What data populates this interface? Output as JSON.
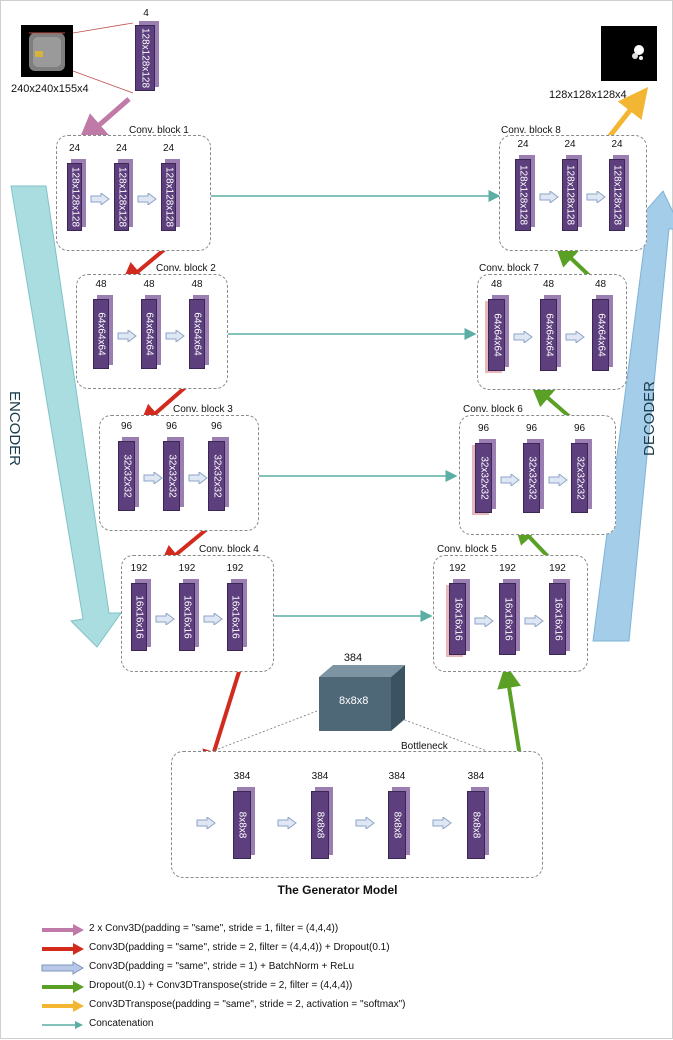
{
  "input": {
    "size_label": "240x240x155x4"
  },
  "stem": {
    "count": "4",
    "dims": "128x128x128"
  },
  "output": {
    "size_label": "128x128x128x4"
  },
  "encoder_label": "ENCODER",
  "decoder_label": "DECODER",
  "blocks": {
    "b1": {
      "title": "Conv. block 1",
      "count": "24",
      "dims": "128x128x128"
    },
    "b2": {
      "title": "Conv. block 2",
      "count": "48",
      "dims": "64x64x64"
    },
    "b3": {
      "title": "Conv. block 3",
      "count": "96",
      "dims": "32x32x32"
    },
    "b4": {
      "title": "Conv. block 4",
      "count": "192",
      "dims": "16x16x16"
    },
    "b5": {
      "title": "Conv. block 5",
      "count": "192",
      "dims": "16x16x16"
    },
    "b6": {
      "title": "Conv. block 6",
      "count": "96",
      "dims": "32x32x32"
    },
    "b7": {
      "title": "Conv. block 7",
      "count": "48",
      "dims": "64x64x64"
    },
    "b8": {
      "title": "Conv. block 8",
      "count": "24",
      "dims": "128x128x128"
    }
  },
  "bottleneck": {
    "title": "Bottleneck",
    "count": "384",
    "dims": "8x8x8"
  },
  "big_cube": {
    "count": "384",
    "dims": "8x8x8"
  },
  "caption": "The Generator Model",
  "legend": [
    {
      "color": "#c07aa8",
      "text": "2 x Conv3D(padding = \"same\", stride = 1, filter = (4,4,4))"
    },
    {
      "color": "#d32a1e",
      "text": "Conv3D(padding = \"same\", stride = 2, filter = (4,4,4)) + Dropout(0.1)"
    },
    {
      "color": "#b9c8e6",
      "text": "Conv3D(padding = \"same\", stride = 1) + BatchNorm + ReLu"
    },
    {
      "color": "#5aa024",
      "text": "Dropout(0.1) + Conv3DTranspose(stride = 2, filter = (4,4,4))"
    },
    {
      "color": "#f3b632",
      "text": "Conv3DTranspose(padding = \"same\", stride = 2, activation = \"softmax\")"
    },
    {
      "color": "#5aaea3",
      "text": "Concatenation"
    }
  ],
  "colors": {
    "volume": "#5e3f7e",
    "encoder_arrow": "#a9dde0",
    "decoder_arrow": "#a3cde8",
    "bottleneck_cube": "#4f6878"
  }
}
